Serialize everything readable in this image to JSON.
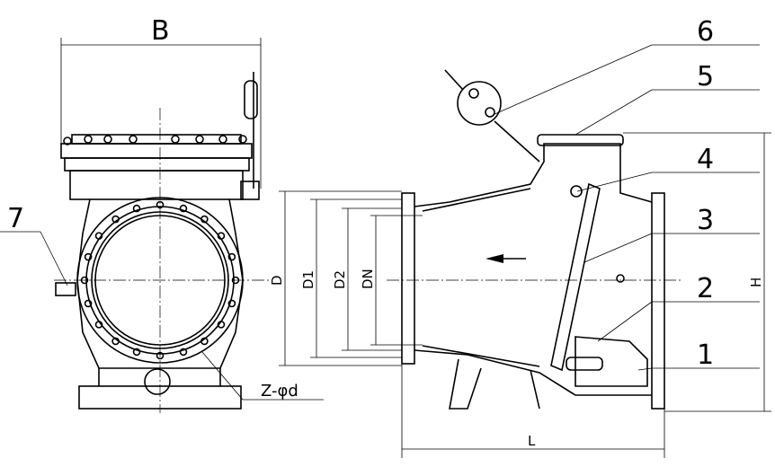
{
  "labels": {
    "width": "B",
    "height": "H",
    "length": "L",
    "diameter_d": "D",
    "diameter_d1": "D1",
    "diameter_d2": "D2",
    "diameter_dn": "DN",
    "bolt_holes": "Z-φd",
    "parts": [
      "1",
      "2",
      "3",
      "4",
      "5",
      "6",
      "7"
    ]
  }
}
